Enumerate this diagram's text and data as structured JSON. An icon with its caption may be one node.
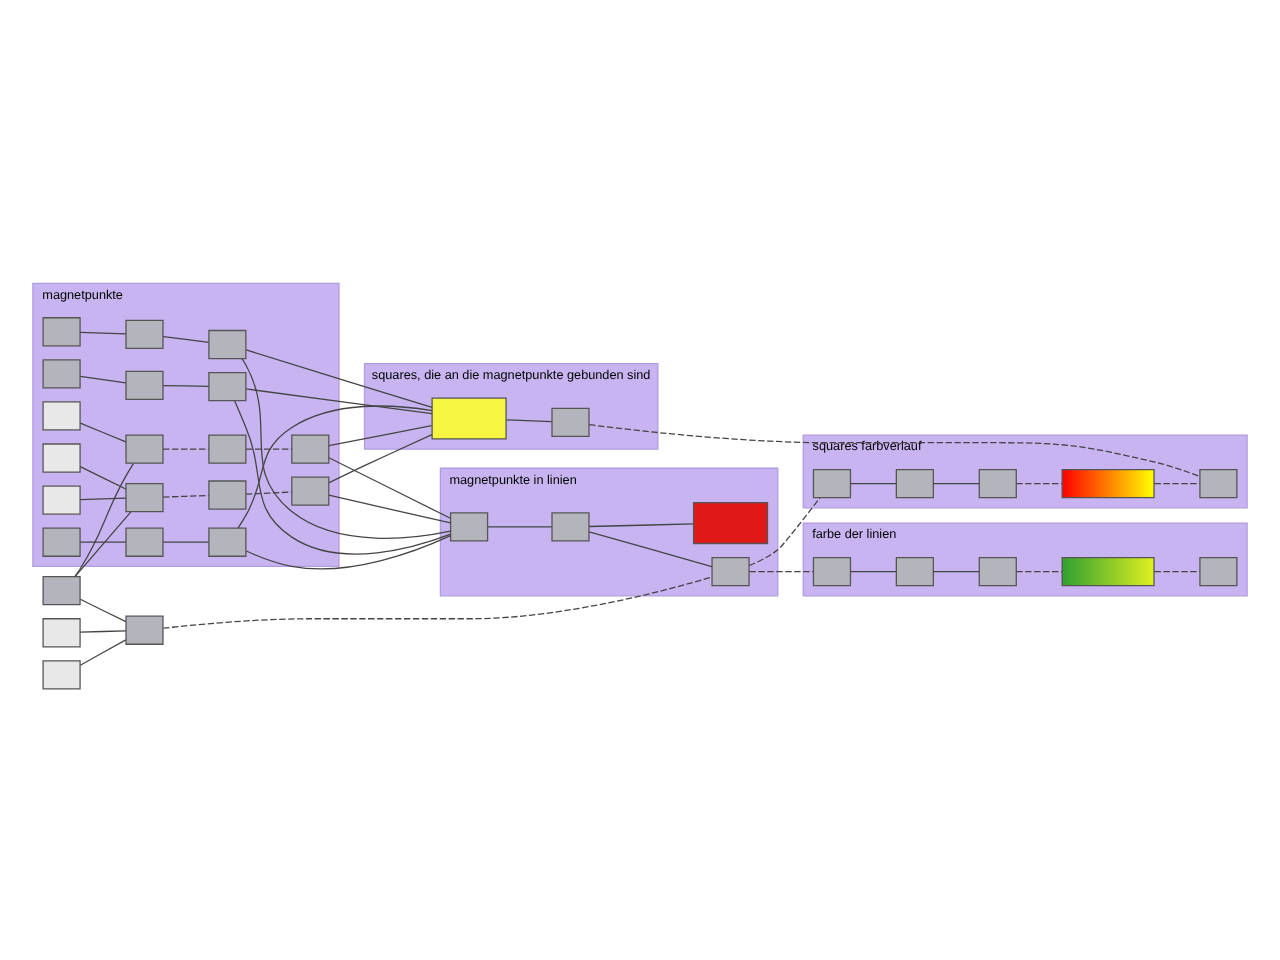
{
  "diagram": {
    "nodes": [
      {
        "text": [],
        "shape": "box"
      },
      {
        "text": [],
        "shape": "box"
      },
      {
        "text": [],
        "shape": "box"
      },
      {
        "text": [],
        "shape": "box"
      },
      {
        "text": [
          "magnetpunkte"
        ]
      },
      {
        "text": [],
        "shape": "box",
        "in": 4
      },
      {
        "text": [],
        "shape": "box",
        "in": 4
      },
      {
        "text": [],
        "shape": "box",
        "in": 4
      },
      {
        "text": [],
        "shape": "box",
        "in": 4
      },
      {
        "text": [],
        "shape": "box",
        "in": 4
      },
      {
        "text": [],
        "shape": "box",
        "in": 4
      },
      {
        "text": [],
        "shape": "box",
        "in": 4
      },
      {
        "text": [],
        "shape": "box",
        "in": 4
      },
      {
        "text": [],
        "shape": "box",
        "in": 4
      },
      {
        "text": [],
        "shape": "box",
        "in": 4
      },
      {
        "text": [],
        "shape": "box",
        "in": 4
      },
      {
        "text": [],
        "shape": "box",
        "in": 4
      },
      {
        "text": [],
        "shape": "box",
        "in": 4
      },
      {
        "text": [],
        "shape": "box",
        "in": 4
      },
      {
        "text": [],
        "shape": "box",
        "in": 4
      },
      {
        "text": [],
        "shape": "box",
        "in": 4
      },
      {
        "text": [],
        "shape": "box",
        "in": 4
      },
      {
        "text": [],
        "shape": "box",
        "in": 4
      },
      {
        "text": [
          "squares, die an die magnetpunkte gebunden sind"
        ]
      },
      {
        "text": [],
        "shape": "box",
        "in": 23
      },
      {
        "text": [],
        "shape": "box",
        "in": 23
      },
      {
        "text": [
          "magnetpunkte in linien"
        ]
      },
      {
        "text": [],
        "shape": "box",
        "in": 26
      },
      {
        "text": [],
        "shape": "box",
        "in": 26
      },
      {
        "text": [],
        "shape": "box",
        "in": 26
      },
      {
        "text": [],
        "shape": "box",
        "in": 26
      },
      {
        "text": [
          "squares farbverlauf"
        ]
      },
      {
        "text": [],
        "shape": "box",
        "in": 31
      },
      {
        "text": [],
        "shape": "box",
        "in": 31
      },
      {
        "text": [],
        "shape": "box",
        "in": 31
      },
      {
        "text": [],
        "shape": "box",
        "in": 31
      },
      {
        "text": [],
        "shape": "box",
        "in": 31
      },
      {
        "text": [
          "farbe der linien"
        ]
      },
      {
        "text": [],
        "shape": "box",
        "in": 37
      },
      {
        "text": [],
        "shape": "box",
        "in": 37
      },
      {
        "text": [],
        "shape": "box",
        "in": 37
      },
      {
        "text": [],
        "shape": "box",
        "in": 37
      },
      {
        "text": [],
        "shape": "box",
        "in": 37
      }
    ],
    "edges": [
      {
        "from": 0,
        "to": 3,
        "arrow": "none"
      },
      {
        "from": 1,
        "to": 3,
        "arrow": "none"
      },
      {
        "from": 2,
        "to": 3,
        "arrow": "none"
      },
      {
        "from": 0,
        "to": 15,
        "arrow": "none"
      },
      {
        "from": 0,
        "to": 20,
        "arrow": "none"
      },
      {
        "from": 3,
        "to": 30,
        "arrow": "none",
        "style": "dashed"
      },
      {
        "from": 5,
        "to": 6,
        "arrow": "none"
      },
      {
        "from": 6,
        "to": 7,
        "arrow": "none"
      },
      {
        "from": 8,
        "to": 9,
        "arrow": "none"
      },
      {
        "from": 9,
        "to": 10,
        "arrow": "none"
      },
      {
        "from": 11,
        "to": 12,
        "arrow": "none"
      },
      {
        "from": 12,
        "to": 13,
        "arrow": "none"
      },
      {
        "from": 14,
        "to": 15,
        "arrow": "none"
      },
      {
        "from": 15,
        "to": 16,
        "arrow": "none",
        "style": "dashed"
      },
      {
        "from": 16,
        "to": 17,
        "arrow": "none",
        "style": "dashed"
      },
      {
        "from": 18,
        "to": 20,
        "arrow": "none"
      },
      {
        "from": 19,
        "to": 20,
        "arrow": "none"
      },
      {
        "from": 20,
        "to": 21,
        "arrow": "none",
        "style": "dashed"
      },
      {
        "from": 21,
        "to": 22,
        "arrow": "none",
        "style": "dashed"
      },
      {
        "from": 7,
        "to": 24,
        "arrow": "none"
      },
      {
        "from": 10,
        "to": 24,
        "arrow": "none"
      },
      {
        "from": 13,
        "to": 24,
        "arrow": "none"
      },
      {
        "from": 17,
        "to": 24,
        "arrow": "none"
      },
      {
        "from": 22,
        "to": 24,
        "arrow": "none"
      },
      {
        "from": 7,
        "to": 27,
        "arrow": "none"
      },
      {
        "from": 10,
        "to": 27,
        "arrow": "none"
      },
      {
        "from": 13,
        "to": 27,
        "arrow": "none"
      },
      {
        "from": 17,
        "to": 27,
        "arrow": "none"
      },
      {
        "from": 22,
        "to": 27,
        "arrow": "none"
      },
      {
        "from": 24,
        "to": 25,
        "arrow": "none"
      },
      {
        "from": 25,
        "to": 36,
        "arrow": "none",
        "style": "dashed"
      },
      {
        "from": 27,
        "to": 28,
        "arrow": "none"
      },
      {
        "from": 28,
        "to": 29,
        "arrow": "none"
      },
      {
        "from": 28,
        "to": 30,
        "arrow": "none"
      },
      {
        "from": 30,
        "to": 32,
        "arrow": "none",
        "style": "dashed"
      },
      {
        "from": 30,
        "to": 38,
        "arrow": "none",
        "style": "dashed"
      },
      {
        "from": 32,
        "to": 33,
        "arrow": "none"
      },
      {
        "from": 33,
        "to": 34,
        "arrow": "none"
      },
      {
        "from": 34,
        "to": 35,
        "arrow": "none",
        "style": "dashed"
      },
      {
        "from": 35,
        "to": 36,
        "arrow": "none",
        "style": "dashed"
      },
      {
        "from": 38,
        "to": 39,
        "arrow": "none"
      },
      {
        "from": 39,
        "to": 40,
        "arrow": "none"
      },
      {
        "from": 40,
        "to": 41,
        "arrow": "none",
        "style": "dashed"
      },
      {
        "from": 41,
        "to": 42,
        "arrow": "none",
        "style": "dashed"
      }
    ]
  }
}
